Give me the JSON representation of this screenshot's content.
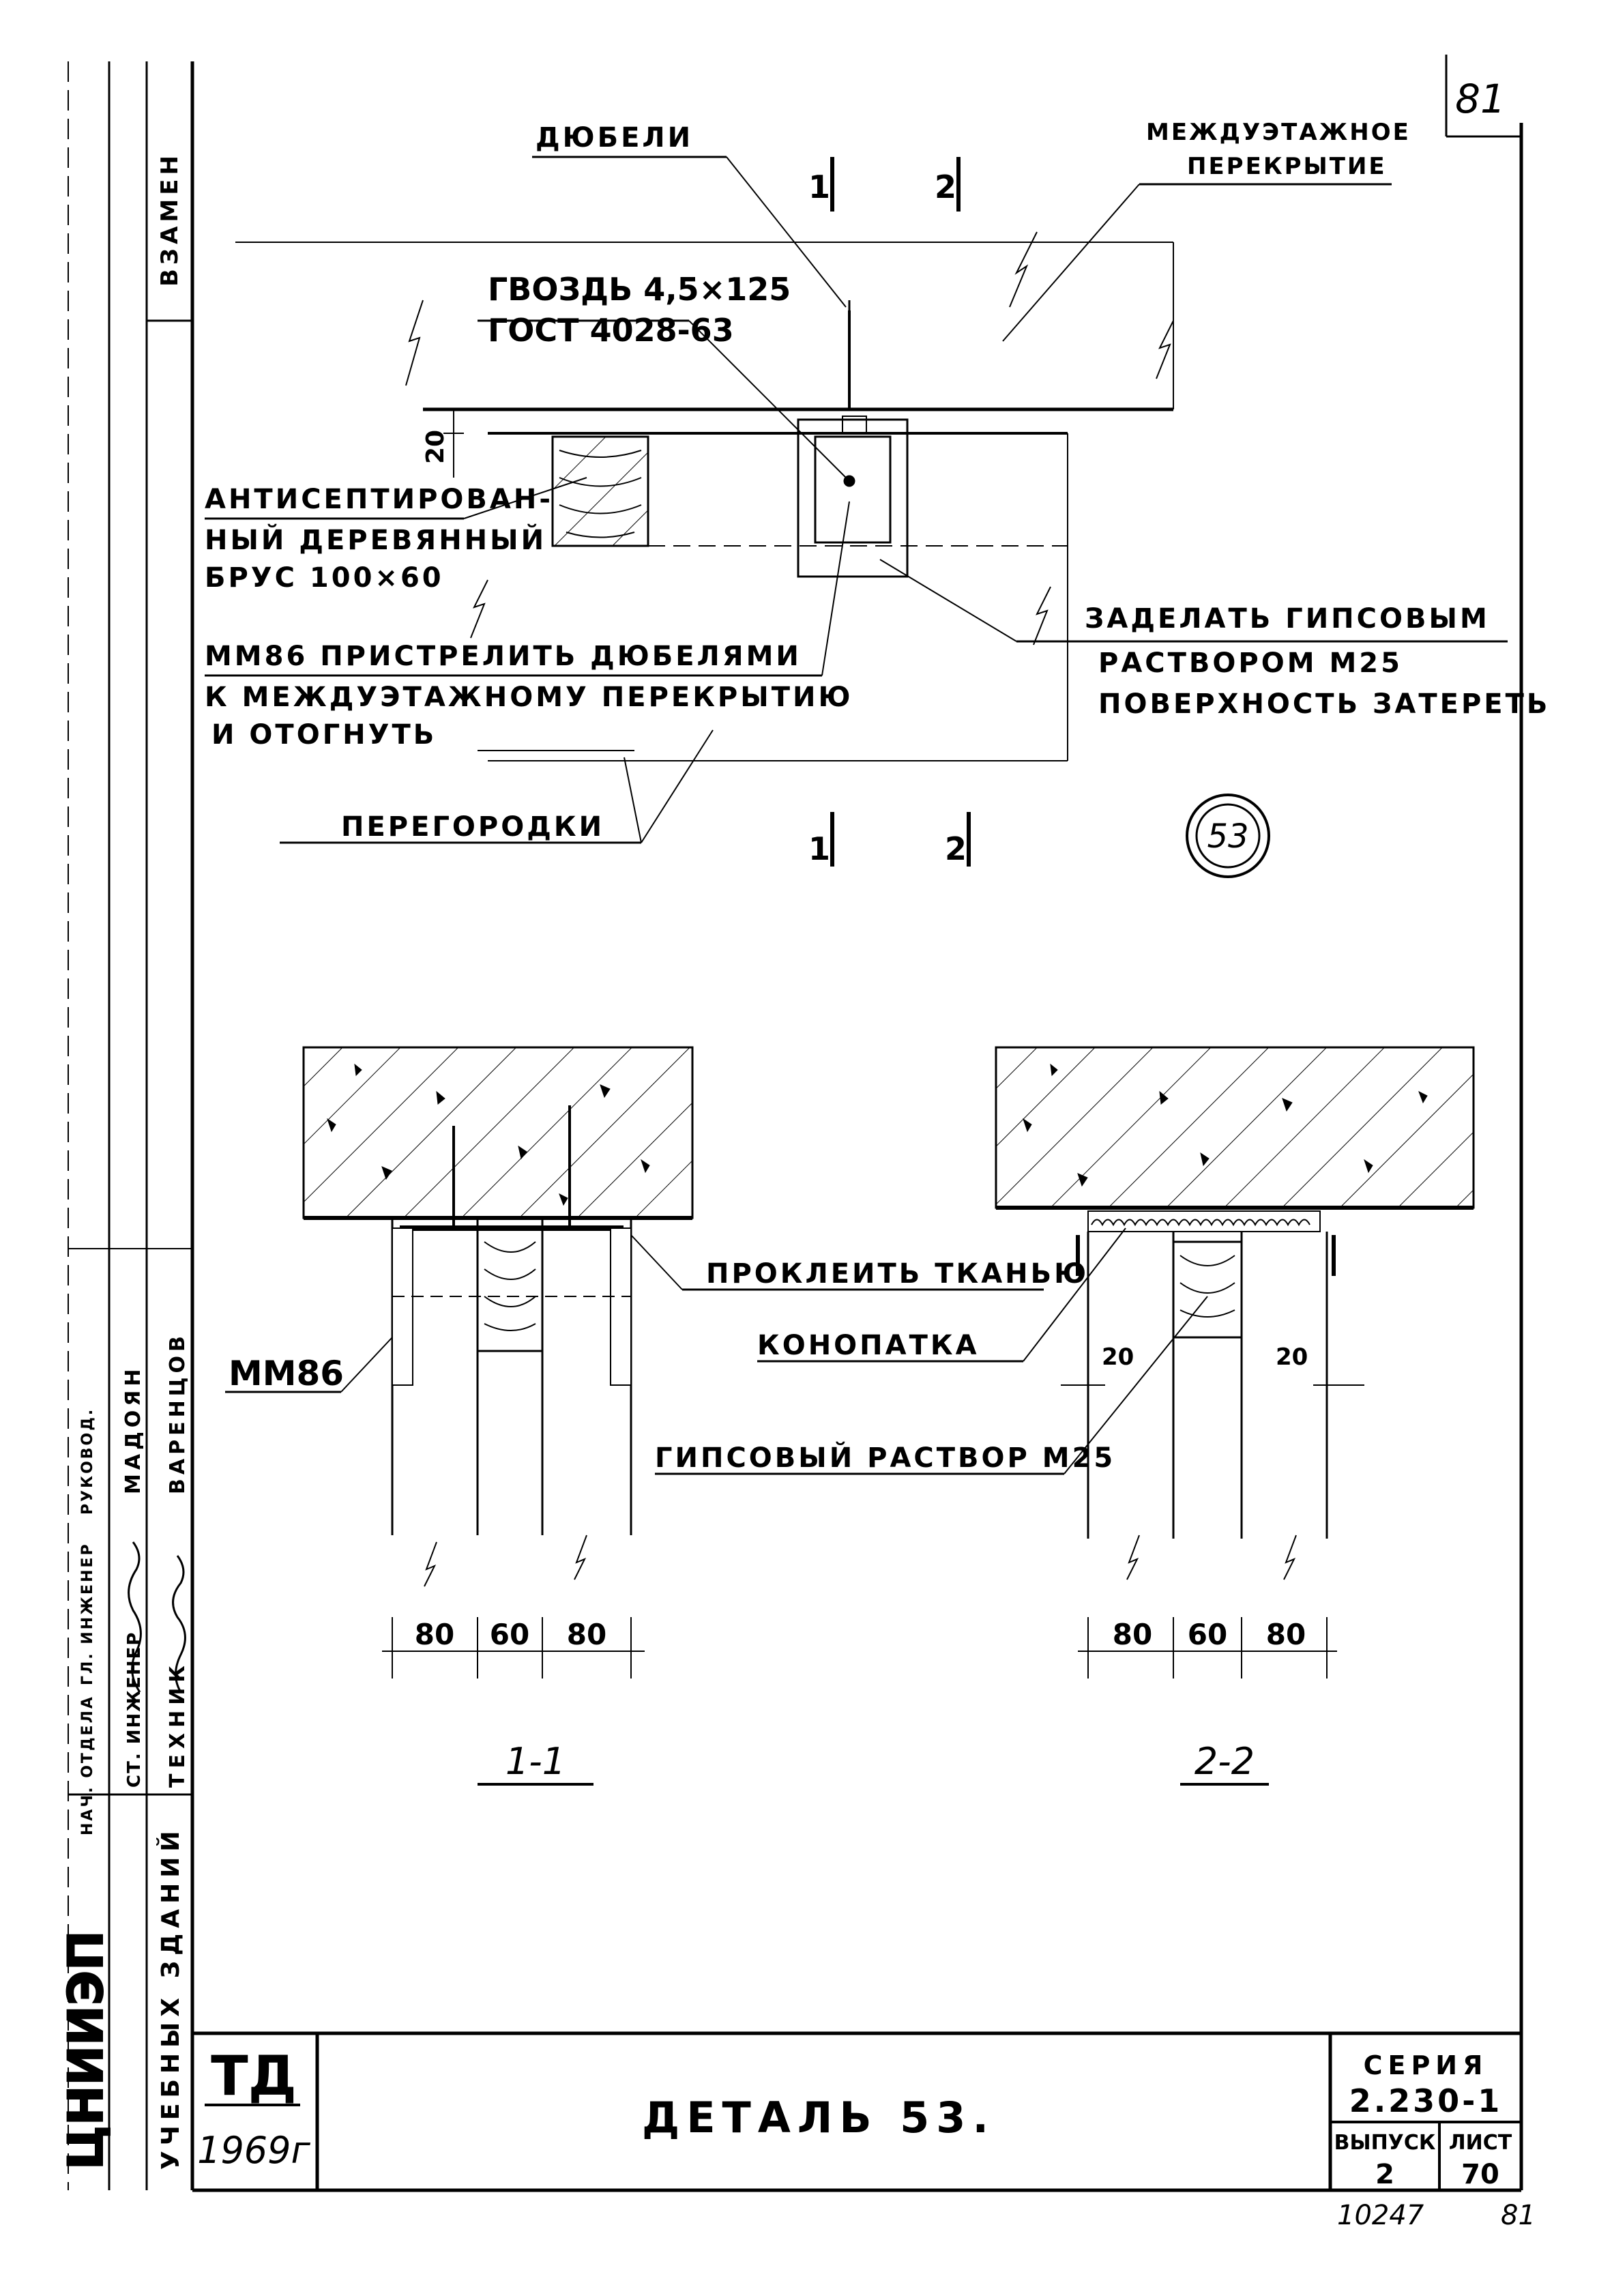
{
  "sheet_number_top": "81",
  "left_margin": {
    "vzamen": "ВЗАМЕН",
    "nach_otdela": "НАЧ. ОТДЕЛА",
    "gl_inzhener": "ГЛ. ИНЖЕНЕР",
    "rukovoditel": "РУКОВОД.",
    "st_inzhener": "СТ. ИНЖЕНЕР",
    "tekhnik": "ТЕХНИК",
    "madoyan": "МАДОЯН",
    "varentsov": "ВАРЕНЦОВ",
    "org_logo": "ЦНИИЭП",
    "org_name": "УЧЕБНЫХ ЗДАНИЙ"
  },
  "plan": {
    "dyubeli": "ДЮБЕЛИ",
    "mezhduetazhnoe_1": "МЕЖДУЭТАЖНОЕ",
    "mezhduetazhnoe_2": "ПЕРЕКРЫТИЕ",
    "gvozd_1": "ГВОЗДЬ 4,5×125",
    "gvozd_2": "ГОСТ 4028-63",
    "brus_1": "АНТИСЕПТИРОВАН-",
    "brus_2": "НЫЙ ДЕРЕВЯННЫЙ",
    "brus_3": "БРУС 100×60",
    "zadelat_1": "ЗАДЕЛАТЬ ГИПСОВЫМ",
    "zadelat_2": "РАСТВОРОМ  М25",
    "zadelat_3": "ПОВЕРХНОСТЬ ЗАТЕРЕТЬ",
    "mm86_1": "ММ86  ПРИСТРЕЛИТЬ  ДЮБЕЛЯМИ",
    "mm86_2": "К МЕЖДУЭТАЖНОМУ  ПЕРЕКРЫТИЮ",
    "mm86_3": "И ОТОГНУТЬ",
    "peregorodki": "ПЕРЕГОРОДКИ",
    "dim_20": "20",
    "cut_1": "1",
    "cut_2": "2",
    "detail_no": "53"
  },
  "section_1": {
    "mm86": "ММ86",
    "proklet": "ПРОКЛЕИТЬ ТКАНЬЮ",
    "dims": [
      "80",
      "60",
      "80"
    ],
    "title": "1-1"
  },
  "section_2": {
    "konopatka": "КОНОПАТКА",
    "gips": "ГИПСОВЫЙ  РАСТВОР М25",
    "gap_left": "20",
    "gap_right": "20",
    "dims": [
      "80",
      "60",
      "80"
    ],
    "title": "2-2"
  },
  "title_block": {
    "td": "ТД",
    "year": "1969г",
    "title": "ДЕТАЛЬ 53.",
    "seria_label": "СЕРИЯ",
    "seria_value": "2.230-1",
    "vypusk_label": "ВЫПУСК",
    "vypusk_value": "2",
    "list_label": "ЛИСТ",
    "list_value": "70"
  },
  "footer_left": "10247",
  "footer_right": "81"
}
